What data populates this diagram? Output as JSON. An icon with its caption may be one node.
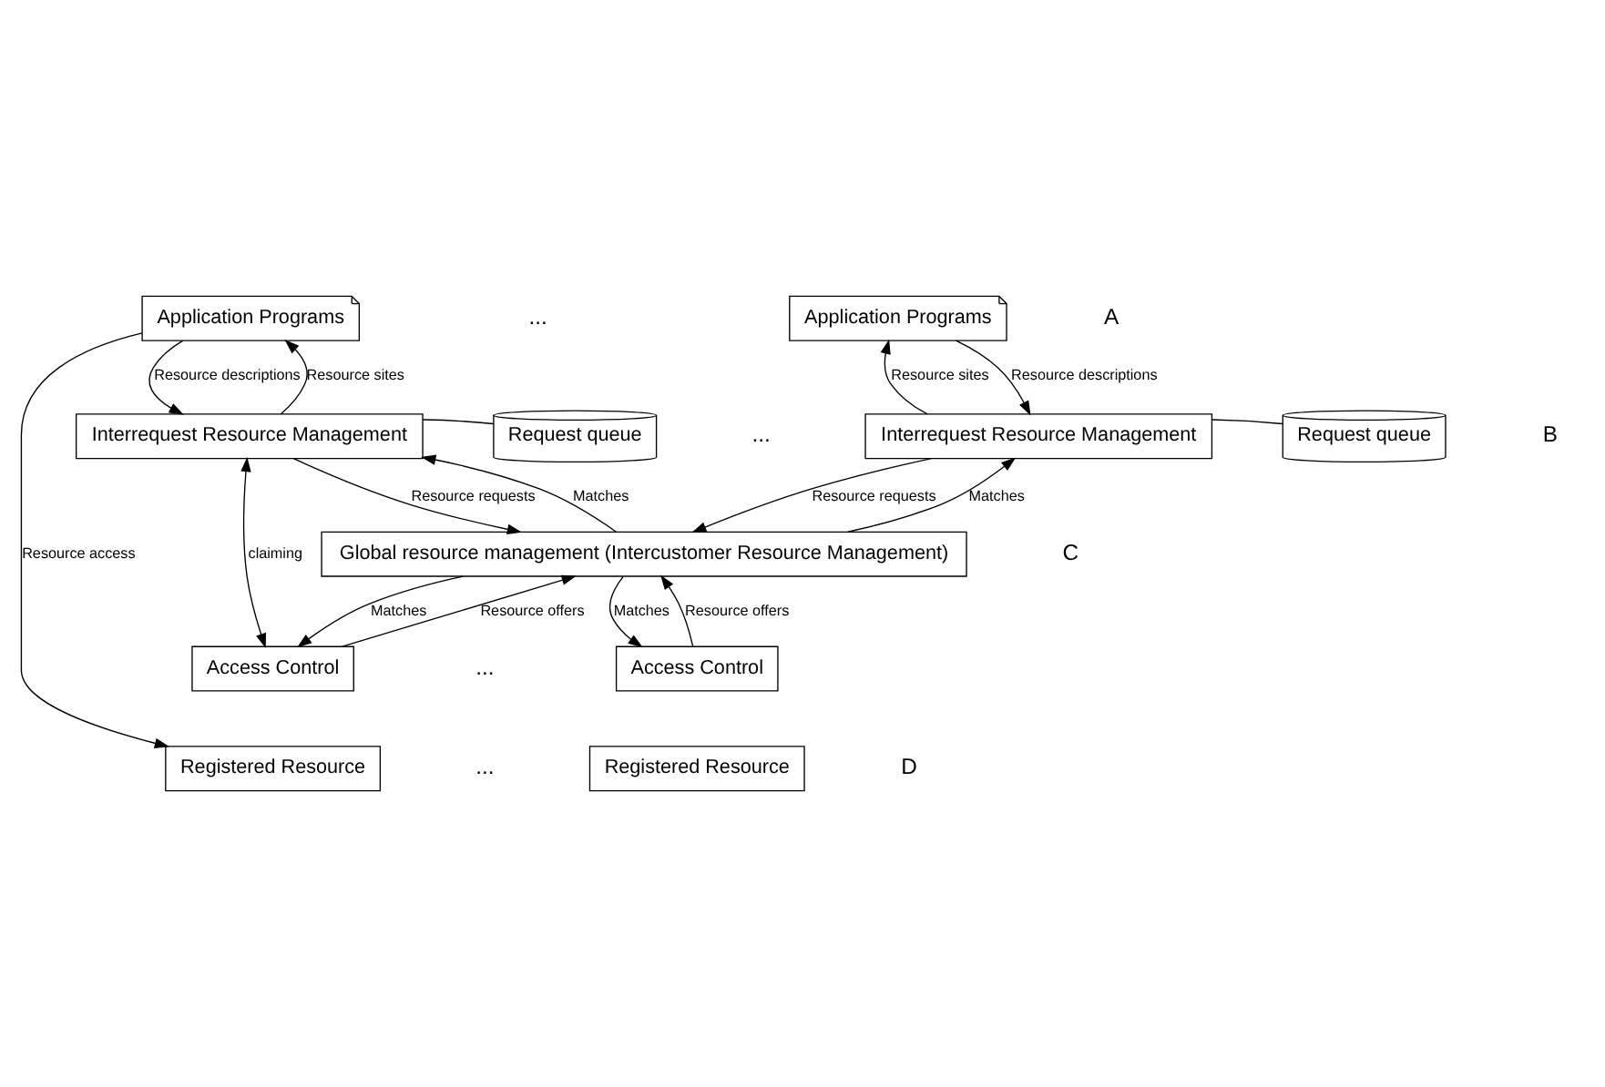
{
  "diagram": {
    "nodes": [
      {
        "text": [
          "Application Programs"
        ]
      },
      {
        "text": [
          "Interrequest Resource Management"
        ]
      },
      {
        "text": [
          "Request queue"
        ]
      },
      {
        "text": [
          "Application Programs"
        ]
      },
      {
        "text": [
          "Interrequest Resource Management"
        ]
      },
      {
        "text": [
          "Request queue"
        ]
      },
      {
        "text": [
          "Global resource management (Intercustomer Resource Management)"
        ]
      },
      {
        "text": [
          "Access Control"
        ]
      },
      {
        "text": [
          "Registered Resource"
        ]
      },
      {
        "text": [
          "Access Control"
        ]
      },
      {
        "text": [
          "Registered Resource"
        ]
      }
    ],
    "edges": [
      {
        "from": 0,
        "to": 1,
        "arrow": "to",
        "label": "Resource descriptions"
      },
      {
        "from": 1,
        "to": 0,
        "arrow": "to",
        "label": "Resource sites"
      },
      {
        "from": 1,
        "to": 2,
        "arrow": "none"
      },
      {
        "from": 1,
        "to": 6,
        "arrow": "to",
        "label": "Resource requests"
      },
      {
        "from": 6,
        "to": 1,
        "arrow": "to",
        "label": "Matches"
      },
      {
        "from": 7,
        "to": 6,
        "arrow": "to",
        "label": "Resource offers"
      },
      {
        "from": 6,
        "to": 7,
        "arrow": "to",
        "label": "Matches"
      },
      {
        "from": 1,
        "to": 7,
        "arrow": "both",
        "label": "claiming"
      },
      {
        "from": 0,
        "to": 8,
        "arrow": "to",
        "label": "Resource access"
      },
      {
        "from": 3,
        "to": 4,
        "arrow": "to",
        "label": "Resource descriptions"
      },
      {
        "from": 4,
        "to": 3,
        "arrow": "to",
        "label": "Resource sites"
      },
      {
        "from": 4,
        "to": 5,
        "arrow": "none"
      },
      {
        "from": 4,
        "to": 6,
        "arrow": "to",
        "label": "Resource requests"
      },
      {
        "from": 6,
        "to": 4,
        "arrow": "to",
        "label": "Matches"
      },
      {
        "from": 9,
        "to": 6,
        "arrow": "to",
        "label": "Resource offers"
      },
      {
        "from": 6,
        "to": 9,
        "arrow": "to",
        "label": "Matches"
      }
    ],
    "labels": [
      "...",
      "A",
      "...",
      "B",
      "C",
      "...",
      "...",
      "D"
    ]
  }
}
